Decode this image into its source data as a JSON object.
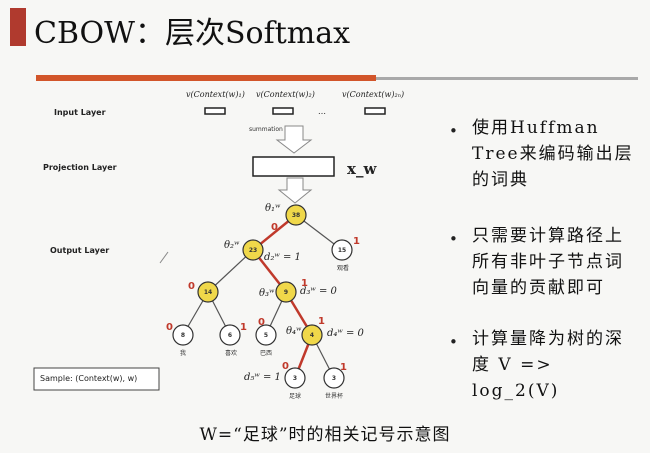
{
  "slide": {
    "title": "CBOW：层次Softmax",
    "caption": "W=“足球”时的相关记号示意图",
    "colors": {
      "accent": "#d2552a",
      "node_fill": "#f0d84a",
      "path": "#c0392b"
    }
  },
  "diagram": {
    "layers": {
      "input": "Input Layer",
      "projection": "Projection Layer",
      "output": "Output Layer"
    },
    "context_labels": [
      "v(Context(w)₁)",
      "v(Context(w)₂)",
      "…",
      "v(Context(w)₂ₙ)"
    ],
    "summation": "summation",
    "projection_symbol": "x_w",
    "sample": "Sample: (Context(w), w)",
    "nodes": [
      "38",
      "23",
      "15",
      "14",
      "9",
      "8",
      "6",
      "5",
      "4",
      "3",
      "3"
    ],
    "path_labels": {
      "theta1": "θ₁ʷ",
      "theta2": "θ₂ʷ",
      "theta3": "θ₃ʷ",
      "theta4": "θ₄ʷ",
      "d2": "d₂ʷ = 1",
      "d3": "d₃ʷ = 0",
      "d4": "d₄ʷ = 0",
      "d5": "d₅ʷ = 1"
    },
    "edge_codes": [
      "0",
      "1",
      "0",
      "1",
      "0",
      "1",
      "0",
      "1",
      "0",
      "1"
    ],
    "leaf_words": [
      "我",
      "喜欢",
      "观看",
      "巴西",
      "足球",
      "世界杯"
    ]
  },
  "bullets": [
    "使用Huffman Tree来编码输出层的词典",
    "只需要计算路径上所有非叶子节点词向量的贡献即可",
    "计算量降为树的深度 V => log_2(V)"
  ]
}
